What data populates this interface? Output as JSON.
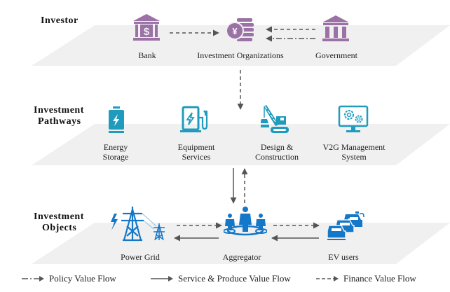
{
  "colors": {
    "plane": "#f0f0f0",
    "investor_icon": "#9b72a6",
    "pathway_icon": "#1f9bbd",
    "object_icon": "#1577c8",
    "arrow": "#555555"
  },
  "layers": [
    {
      "label": "Investor",
      "nodes": [
        {
          "label": "Bank",
          "icon": "bank-dollar-icon"
        },
        {
          "label": "Investment Organizations",
          "icon": "coin-stack-yen-icon"
        },
        {
          "label": "Government",
          "icon": "government-building-icon"
        }
      ]
    },
    {
      "label_line1": "Investment",
      "label_line2": "Pathways",
      "nodes": [
        {
          "label_line1": "Energy",
          "label_line2": "Storage",
          "icon": "battery-icon"
        },
        {
          "label_line1": "Equipment",
          "label_line2": "Services",
          "icon": "charging-station-icon"
        },
        {
          "label_line1": "Design &",
          "label_line2": "Construction",
          "icon": "crane-icon"
        },
        {
          "label_line1": "V2G Management",
          "label_line2": "System",
          "icon": "monitor-gears-icon"
        }
      ]
    },
    {
      "label_line1": "Investment",
      "label_line2": "Objects",
      "nodes": [
        {
          "label": "Power Grid",
          "icon": "power-tower-icon"
        },
        {
          "label": "Aggregator",
          "icon": "people-group-icon"
        },
        {
          "label": "EV users",
          "icon": "electric-cars-icon"
        }
      ]
    }
  ],
  "flows": [
    {
      "from": "Bank",
      "to": "Investment Organizations",
      "type": "finance"
    },
    {
      "from": "Government",
      "to": "Investment Organizations",
      "type": "finance"
    },
    {
      "from": "Government",
      "to": "Investment Organizations",
      "type": "policy"
    },
    {
      "from": "Investment Organizations",
      "to": "Investment Pathways",
      "type": "finance"
    },
    {
      "from": "Investment Pathways",
      "to": "Aggregator",
      "type": "service"
    },
    {
      "from": "Aggregator",
      "to": "Investment Pathways",
      "type": "finance"
    },
    {
      "from": "Power Grid",
      "to": "Aggregator",
      "type": "finance"
    },
    {
      "from": "Aggregator",
      "to": "Power Grid",
      "type": "service"
    },
    {
      "from": "Aggregator",
      "to": "EV users",
      "type": "finance"
    },
    {
      "from": "EV users",
      "to": "Aggregator",
      "type": "service"
    }
  ],
  "legend": [
    {
      "type": "policy",
      "label": "Policy Value Flow"
    },
    {
      "type": "service",
      "label": "Service & Produce Value Flow"
    },
    {
      "type": "finance",
      "label": "Finance Value Flow"
    }
  ]
}
